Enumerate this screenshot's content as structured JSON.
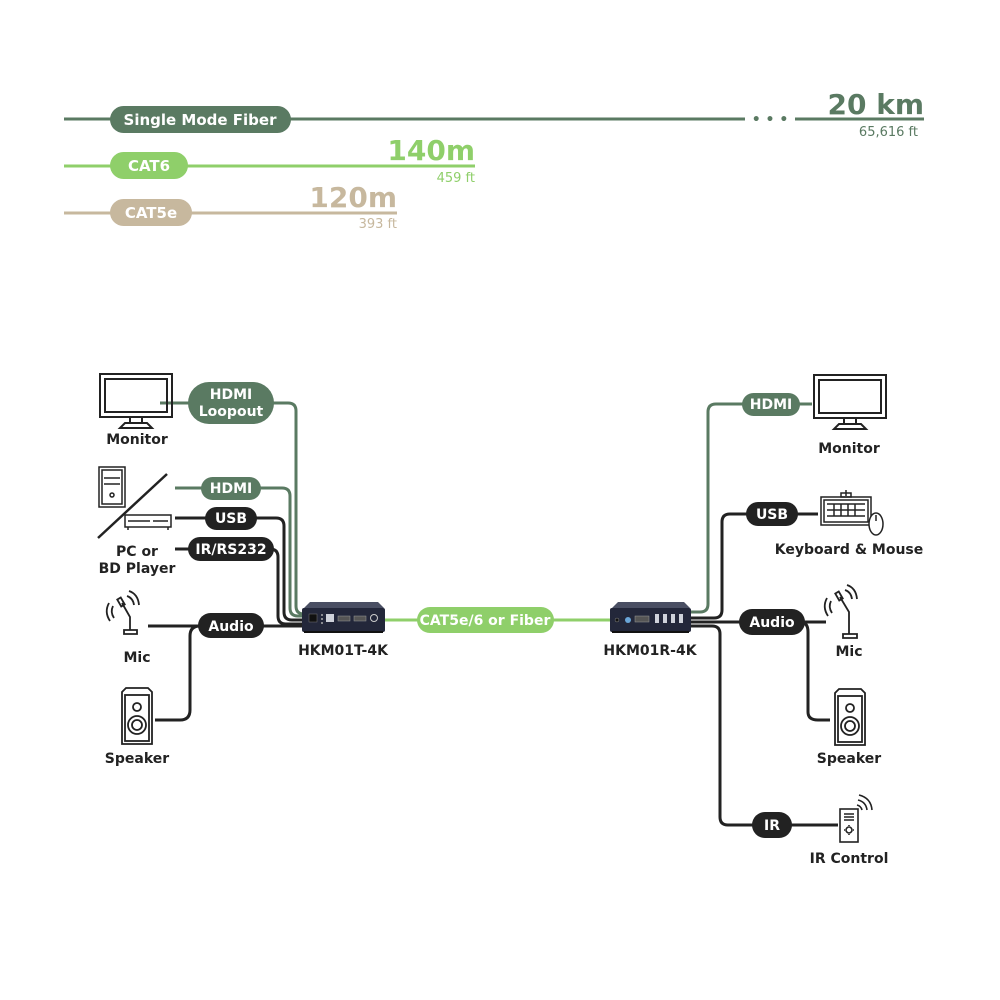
{
  "colors": {
    "fiber": "#5a7a62",
    "cat6": "#8fcf6a",
    "cat5e": "#c7b89e",
    "dark": "#222222",
    "hdmi_green": "#5a7a62",
    "link_green": "#8fcf6a"
  },
  "distances": {
    "fiber": {
      "label": "Single Mode Fiber",
      "value": "20 km",
      "sub": "65,616 ft",
      "ellipsis": "• • •"
    },
    "cat6": {
      "label": "CAT6",
      "value": "140m",
      "sub": "459 ft"
    },
    "cat5e": {
      "label": "CAT5e",
      "value": "120m",
      "sub": "393 ft"
    }
  },
  "transmitter": {
    "model": "HKM01T-4K",
    "devices": {
      "monitor": "Monitor",
      "source_line1": "PC or",
      "source_line2": "BD Player",
      "mic": "Mic",
      "speaker": "Speaker"
    },
    "connections": {
      "hdmi_loopout_line1": "HDMI",
      "hdmi_loopout_line2": "Loopout",
      "hdmi": "HDMI",
      "usb": "USB",
      "ir_rs232": "IR/RS232",
      "audio": "Audio"
    }
  },
  "link": {
    "label": "CAT5e/6 or Fiber"
  },
  "receiver": {
    "model": "HKM01R-4K",
    "devices": {
      "monitor": "Monitor",
      "keyboard_mouse": "Keyboard & Mouse",
      "mic": "Mic",
      "speaker": "Speaker",
      "ir_control": "IR Control"
    },
    "connections": {
      "hdmi": "HDMI",
      "usb": "USB",
      "audio": "Audio",
      "ir": "IR"
    }
  }
}
